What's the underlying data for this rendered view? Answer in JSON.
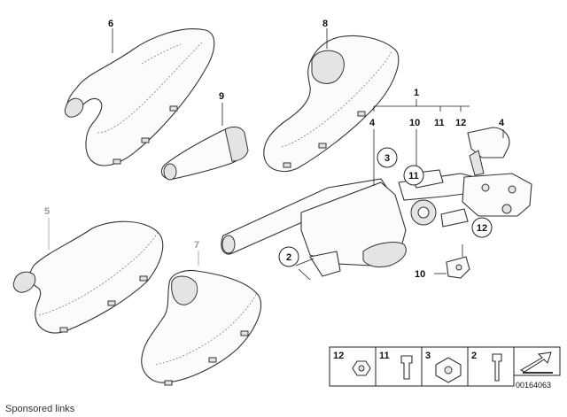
{
  "labels": {
    "p6": "6",
    "p8": "8",
    "p9": "9",
    "p1": "1",
    "p4a": "4",
    "p10a": "10",
    "p11a": "11",
    "p12a": "12",
    "p4b": "4",
    "p5": "5",
    "p7": "7",
    "p10b": "10",
    "c3": "3",
    "c11": "11",
    "c12": "12",
    "c2": "2"
  },
  "legend": {
    "l12": "12",
    "l11": "11",
    "l3": "3",
    "l2": "2"
  },
  "catalog_number": "00164063",
  "footer": {
    "sponsored": "Sponsored links"
  }
}
